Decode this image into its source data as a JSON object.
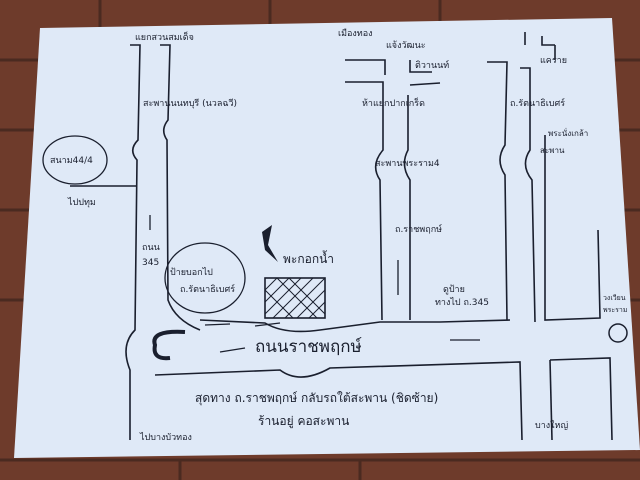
{
  "map": {
    "top_labels": {
      "junction_suan_somdet": "แยกสวนสมเด็จ",
      "muang_thong": "เมืองทอง",
      "chaeng_watthana": "แจ้งวัฒนะ",
      "tiwanon": "ติวานนท์",
      "khae_rai": "แคราย"
    },
    "left_labels": {
      "nonthaburi_bridge": "สะพานนนทบุรี (นวลฉวี)",
      "stadium": "สนาม44/4",
      "to_pathum": "ไปปทุม",
      "road_345_a": "ถนน",
      "road_345_b": "345",
      "sign_a": "ป้ายบอกไป",
      "sign_b": "ถ.รัตนาธิเบศร์",
      "to_bang_bua_thong": "ไปบางบัวทอง"
    },
    "center_labels": {
      "pak_kret_junction": "ห้าแยกปากเกร็ด",
      "rama4_bridge": "สะพานพระราม4",
      "ratchaphruek_short": "ถ.ราชพฤกษ์",
      "landmark": "พะกอกน้ำ",
      "see_sign_a": "ดูป้าย",
      "see_sign_b": "ทางไป ถ.345",
      "main_road": "ถนนราชพฤกษ์"
    },
    "right_labels": {
      "rattanathibet": "ถ.รัตนาธิเบศร์",
      "phra_nang_klao": "พระนั่งเกล้า",
      "bridge": "สะพาน",
      "roundabout_a": "วงเวียน",
      "roundabout_b": "พระราม",
      "bang_yai": "บางใหญ่"
    },
    "directions": {
      "line1": "สุดทาง ถ.ราชพฤกษ์ กลับรถใต้สะพาน (ชิดซ้าย)",
      "line2": "ร้านอยู่ คอสะพาน"
    },
    "colors": {
      "paper": "#dfe9f7",
      "ink": "#1a1f2e",
      "brick": "#6b3a2a"
    }
  }
}
